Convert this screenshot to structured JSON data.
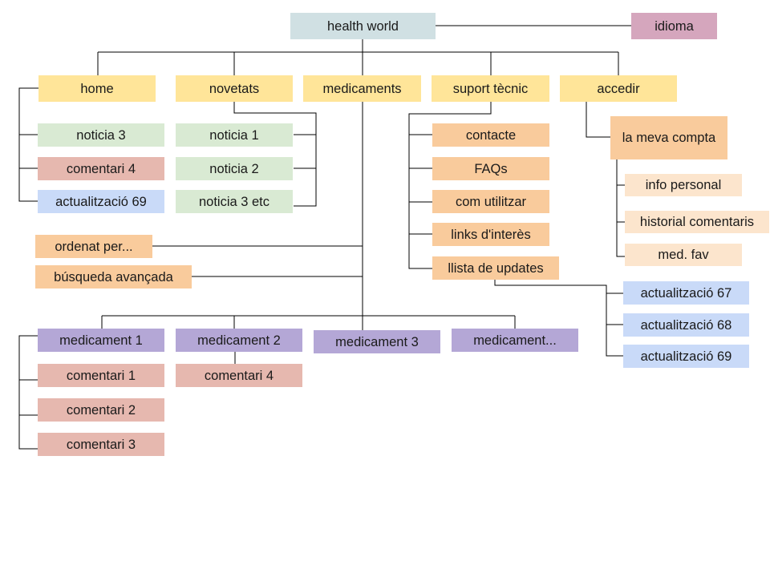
{
  "root": "health world",
  "language": "idioma",
  "sections": {
    "home": {
      "label": "home",
      "items": [
        "noticia 3",
        "comentari 4",
        "actualització 69"
      ]
    },
    "novetats": {
      "label": "novetats",
      "items": [
        "noticia 1",
        "noticia 2",
        "noticia 3 etc"
      ]
    },
    "medicaments": {
      "label": "medicaments",
      "tools": [
        "ordenat per...",
        "búsqueda avançada"
      ],
      "items": [
        "medicament 1",
        "medicament 2",
        "medicament 3",
        "medicament..."
      ],
      "medicament_1_comments": [
        "comentari 1",
        "comentari 2",
        "comentari 3"
      ],
      "medicament_2_comments": [
        "comentari 4"
      ]
    },
    "suport": {
      "label": "suport tècnic",
      "items": [
        "contacte",
        "FAQs",
        "com utilitzar",
        "links d'interès",
        "llista de updates"
      ],
      "updates": [
        "actualització 67",
        "actualització 68",
        "actualització 69"
      ]
    },
    "accedir": {
      "label": "accedir",
      "account": "la meva compta",
      "account_items": [
        "info personal",
        "historial comentaris",
        "med. fav"
      ]
    }
  },
  "colors": {
    "root": "#d0e0e3",
    "language": "#d5a6bd",
    "section": "#ffe599",
    "news": "#d9ead3",
    "comment": "#e6b8af",
    "update": "#c9daf8",
    "support": "#f9cb9c",
    "account_item": "#fce5cd",
    "medicament": "#b4a7d6"
  }
}
